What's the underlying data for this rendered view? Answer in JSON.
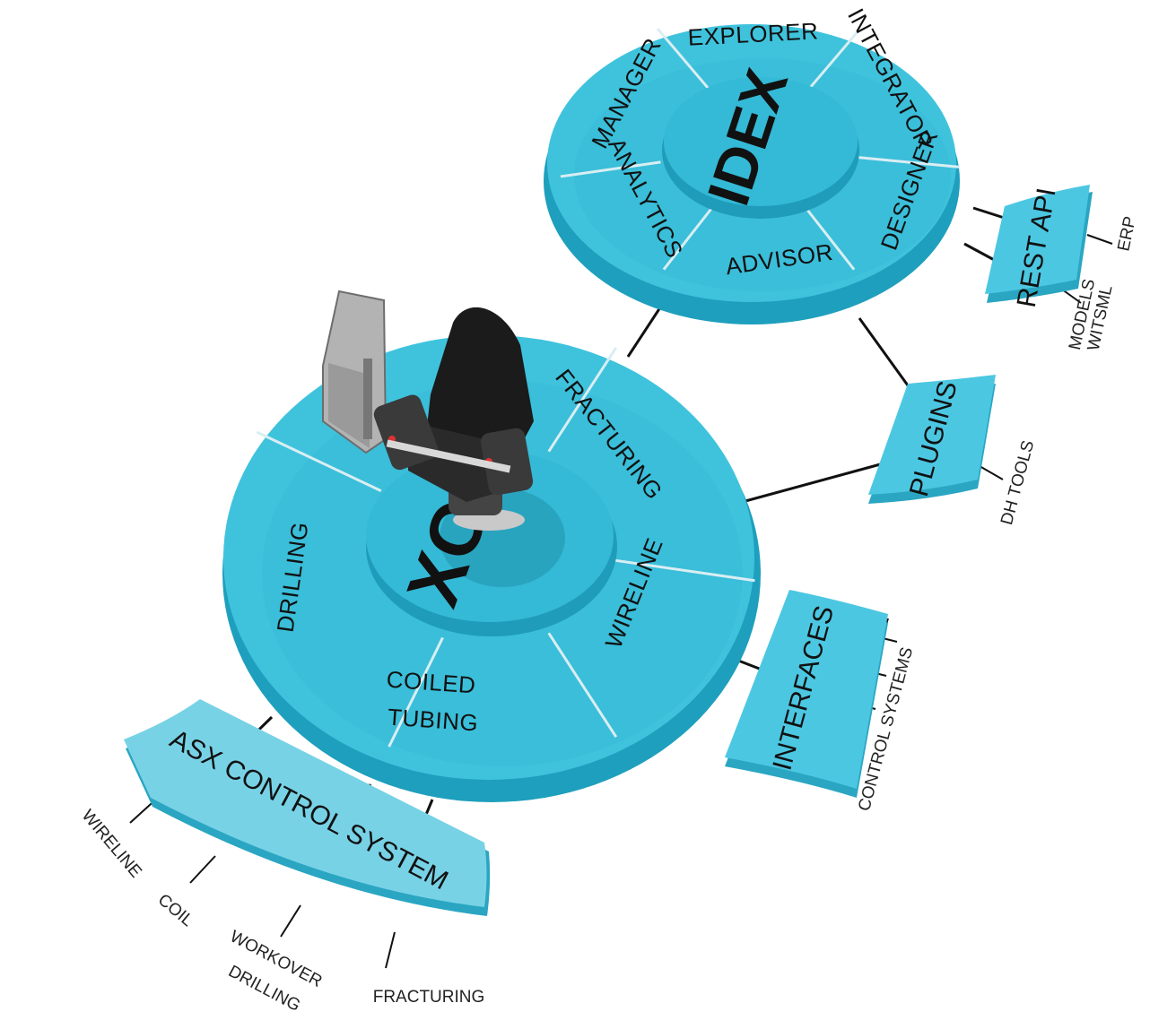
{
  "idex": {
    "hub": "IDEX",
    "segments": [
      "EXPLORER",
      "INTEGRATOR",
      "DESIGNER",
      "ADVISOR",
      "ANALYTICS",
      "MANAGER"
    ]
  },
  "xos": {
    "hub": "XOS",
    "segments": [
      "FRACTURING",
      "WIRELINE",
      "COILED",
      "TUBING",
      "DRILLING"
    ]
  },
  "rest_api": {
    "label": "REST API",
    "outputs": [
      "ERP",
      "MODELS",
      "WITSML"
    ]
  },
  "plugins": {
    "label": "PLUGINS",
    "outputs": [
      "DH TOOLS"
    ]
  },
  "interfaces": {
    "label": "INTERFACES",
    "outputs": [
      "CONTROL SYSTEMS"
    ]
  },
  "asx": {
    "label": "ASX CONTROL SYSTEM",
    "outputs": [
      "WIRELINE",
      "COIL",
      "WORKOVER",
      "DRILLING",
      "FRACTURING"
    ]
  },
  "colors": {
    "disk_top": "#3fc3dd",
    "disk_side": "#1e9fbd",
    "hub": "#34b9d6",
    "box": "#4cc7e2",
    "box_side": "#2aa6c2",
    "line": "#111111"
  }
}
